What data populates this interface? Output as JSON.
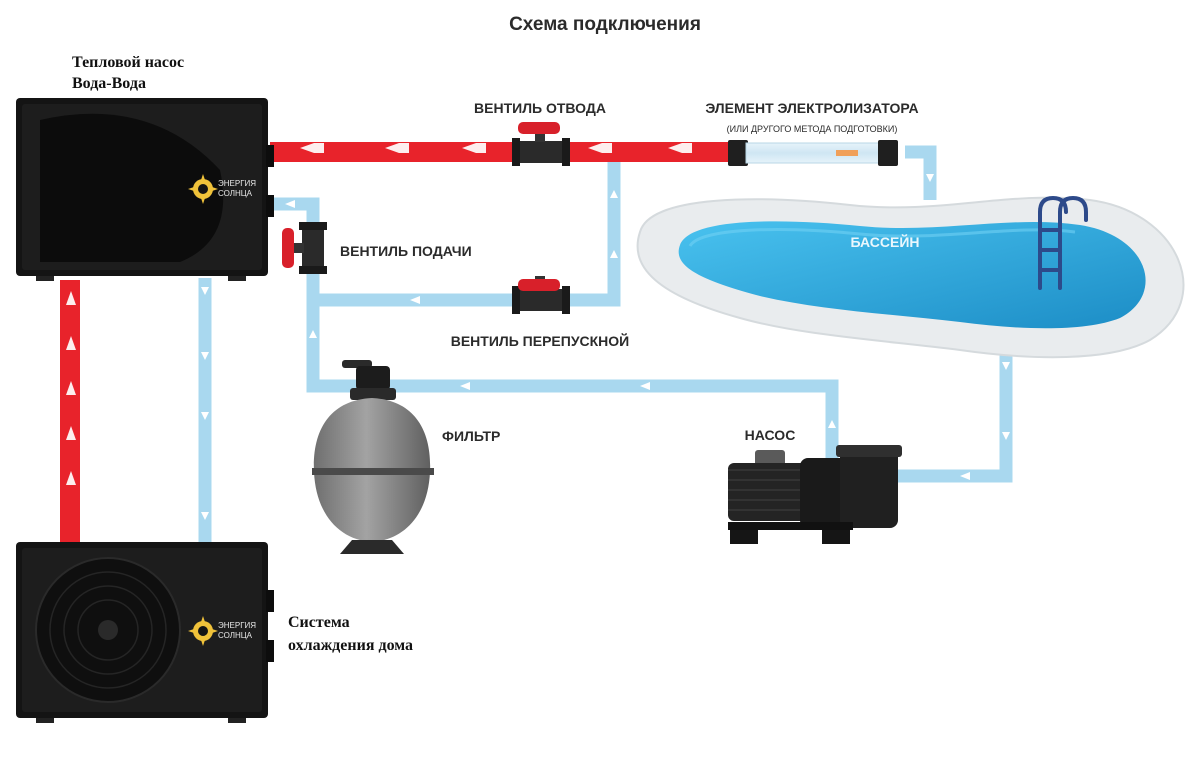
{
  "title": "Схема подключения",
  "heat_pump_label": [
    "Тепловой насос",
    "Вода-Вода"
  ],
  "cooling_label": [
    "Система",
    "охлаждения дома"
  ],
  "brand_lines": [
    "ЭНЕРГИЯ",
    "СОЛНЦА"
  ],
  "labels": {
    "drain_valve": "ВЕНТИЛЬ ОТВОДА",
    "electrolyzer": "ЭЛЕМЕНТ ЭЛЕКТРОЛИЗАТОРА",
    "electrolyzer_note": "(ИЛИ ДРУГОГО МЕТОДА ПОДГОТОВКИ)",
    "supply_valve": "ВЕНТИЛЬ ПОДАЧИ",
    "bypass_valve": "ВЕНТИЛЬ ПЕРЕПУСКНОЙ",
    "pool": "БАССЕЙН",
    "filter": "ФИЛЬТР",
    "pump": "НАСОС"
  },
  "colors": {
    "hot_pipe": "#e8232b",
    "cold_pipe": "#a9d8ef",
    "unit_body": "#141414",
    "valve_handle": "#d8202a",
    "pool_water": "#2ea9df",
    "pool_rim": "#e9ecee",
    "filter_tank": "#8c8c8c"
  },
  "icons": [
    "sun-logo-icon",
    "fan-icon",
    "ladder-icon",
    "valve-icon",
    "filter-tank-icon",
    "pump-icon",
    "flow-arrow-icon"
  ]
}
